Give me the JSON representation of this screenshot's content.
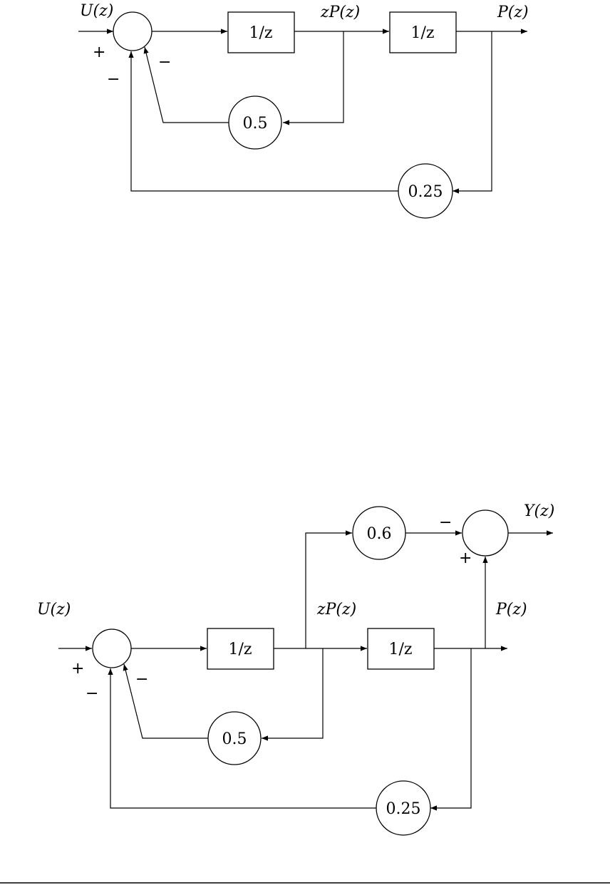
{
  "diagram1": {
    "input_label": "U(z)",
    "delay1_label": "1/z",
    "mid_label": "zP(z)",
    "delay2_label": "1/z",
    "output_label": "P(z)",
    "gain_inner": "0.5",
    "gain_outer": "0.25",
    "sign_input": "+",
    "sign_inner": "−",
    "sign_outer": "−"
  },
  "diagram2": {
    "input_label": "U(z)",
    "delay1_label": "1/z",
    "mid_label": "zP(z)",
    "delay2_label": "1/z",
    "p_label": "P(z)",
    "output_label": "Y(z)",
    "gain_forward": "0.6",
    "gain_inner": "0.5",
    "gain_outer": "0.25",
    "sign_input": "+",
    "sign_inner": "−",
    "sign_outer": "−",
    "sign_out_minus": "−",
    "sign_out_plus": "+"
  }
}
